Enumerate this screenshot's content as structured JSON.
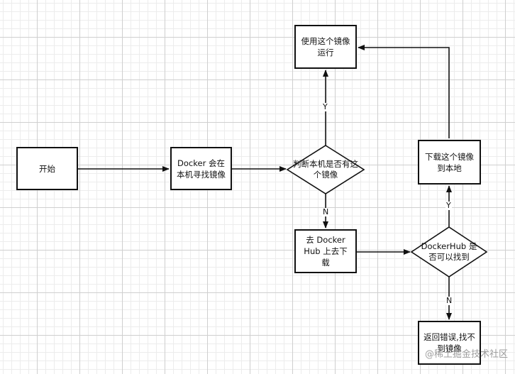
{
  "nodes": {
    "start": "开始",
    "docker_search": "Docker 会在本机寻找镜像",
    "check_local": "判断本机是否有这个镜像",
    "use_image": "使用这个镜像运行",
    "download_hub": "去 Docker Hub 上去下载",
    "check_hub": "DockerHub 是否可以找到",
    "download_local": "下载这个镜像到本地",
    "error": "返回错误,找不到镜像"
  },
  "edge_labels": {
    "local_yes": "Y",
    "local_no": "N",
    "hub_yes": "Y",
    "hub_no": "N"
  },
  "watermark": "@稀土掘金技术社区"
}
